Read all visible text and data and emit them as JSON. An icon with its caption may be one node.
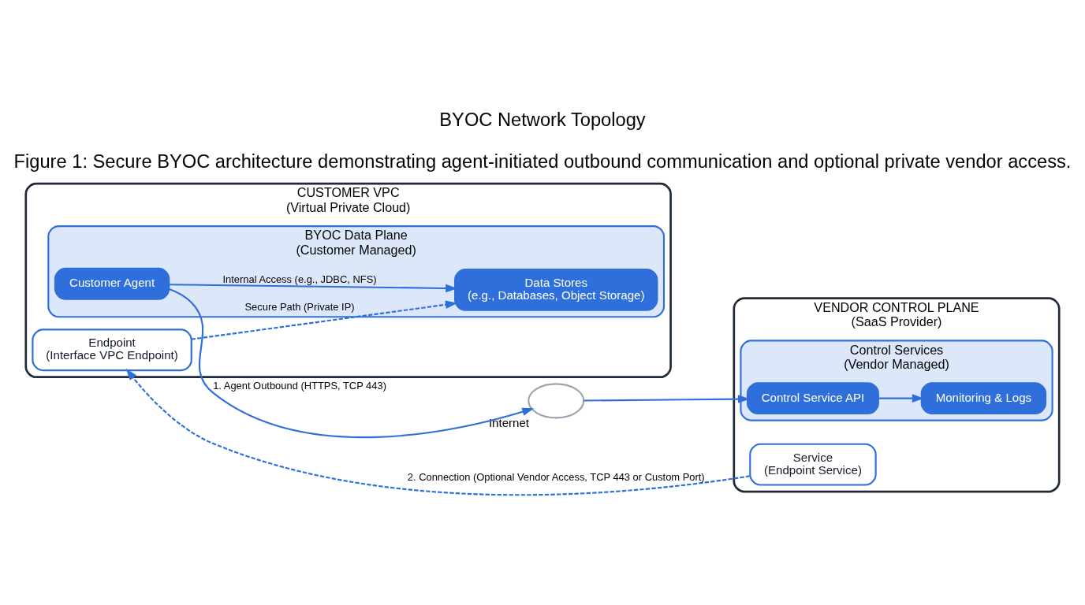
{
  "diagram": {
    "title": "BYOC Network Topology",
    "caption": "Figure 1: Secure BYOC architecture demonstrating agent-initiated outbound communication and optional private vendor access.",
    "nodes": [
      {
        "text": [
          "CUSTOMER VPC",
          "(Virtual Private Cloud)"
        ]
      },
      {
        "text": [
          "BYOC Data Plane",
          "(Customer Managed)"
        ],
        "in": 0
      },
      {
        "text": [
          "Customer Agent"
        ],
        "in": 1
      },
      {
        "text": [
          "Data Stores",
          "(e.g., Databases, Object Storage)"
        ],
        "in": 1
      },
      {
        "text": [
          "Endpoint",
          "(Interface VPC Endpoint)"
        ],
        "in": 0
      },
      {
        "text": [],
        "shape": "cloud",
        "beside": [
          "Internet"
        ]
      },
      {
        "text": [
          "VENDOR CONTROL PLANE",
          "(SaaS Provider)"
        ]
      },
      {
        "text": [
          "Control Services",
          "(Vendor Managed)"
        ],
        "in": 6
      },
      {
        "text": [
          "Control Service API"
        ],
        "in": 7
      },
      {
        "text": [
          "Monitoring & Logs"
        ],
        "in": 7
      },
      {
        "text": [
          "Service",
          "(Endpoint Service)"
        ],
        "in": 6
      }
    ],
    "edges": [
      {
        "from": 2,
        "to": 5,
        "arrow": "to",
        "label": "1. Agent Outbound (HTTPS, TCP 443)"
      },
      {
        "from": 5,
        "to": 8,
        "arrow": "to"
      },
      {
        "from": 8,
        "to": 9,
        "arrow": "to"
      },
      {
        "from": 2,
        "to": 3,
        "arrow": "to",
        "label": "Internal Access (e.g., JDBC, NFS)"
      },
      {
        "from": 4,
        "to": 3,
        "arrow": "to",
        "style": "dashed",
        "label": "Secure Path (Private IP)"
      },
      {
        "from": 10,
        "to": 4,
        "arrow": "to",
        "style": "dashed",
        "label": "2. Connection (Optional Vendor Access, TCP 443 or Custom Port)"
      }
    ]
  }
}
